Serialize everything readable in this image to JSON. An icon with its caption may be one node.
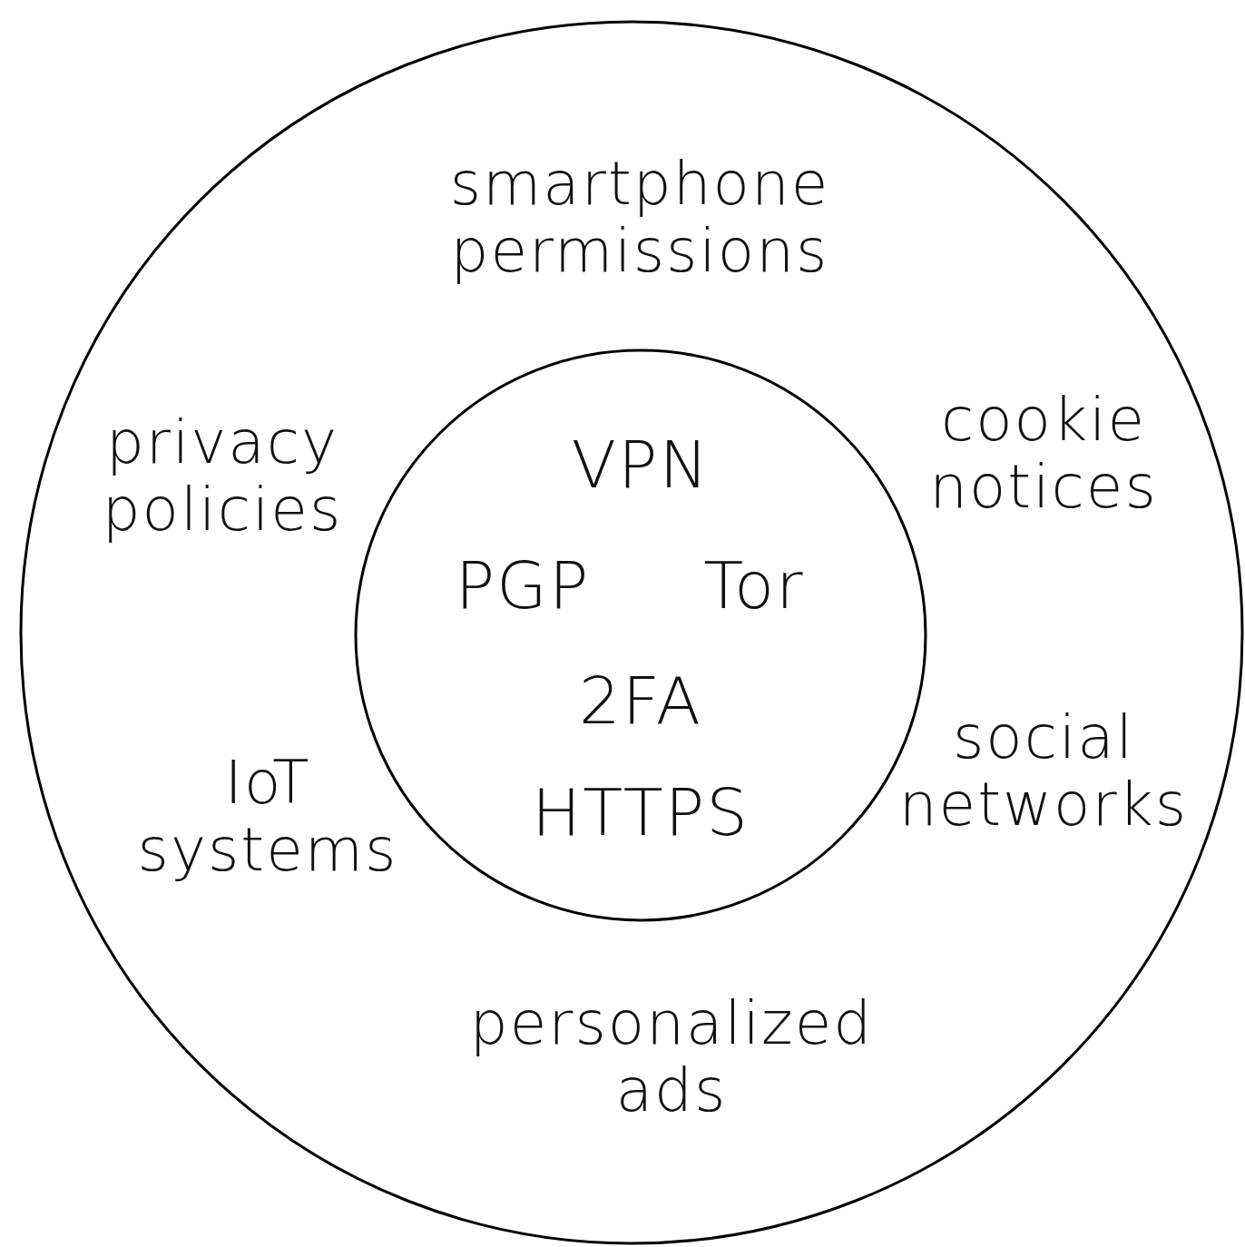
{
  "diagram": {
    "nodes": [
      {
        "text": [
          "smartphone permissions",
          "privacy policies",
          "cookie notices",
          "IoT systems",
          "social networks",
          "personalized ads"
        ]
      },
      {
        "text": [
          "VPN",
          "PGP",
          "Tor",
          "2FA",
          "HTTPS"
        ],
        "in": 0
      }
    ]
  }
}
